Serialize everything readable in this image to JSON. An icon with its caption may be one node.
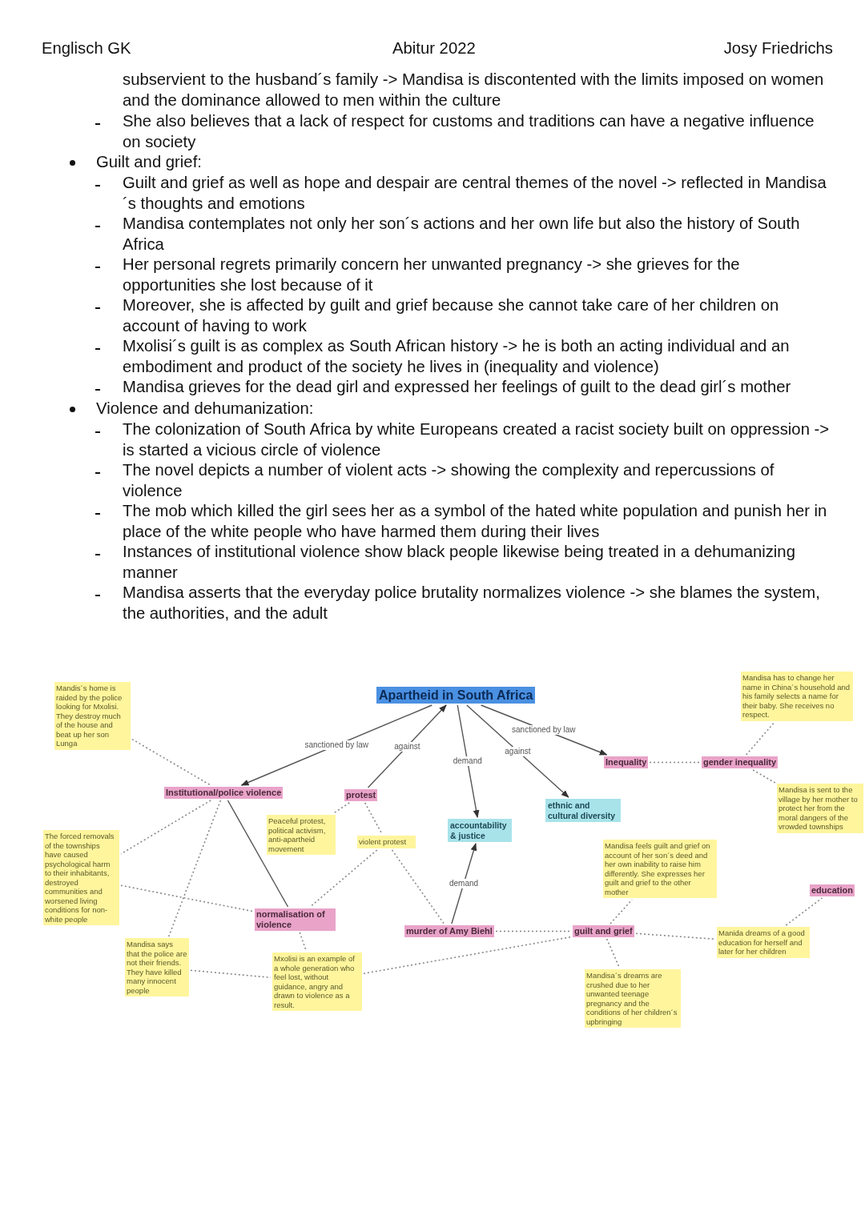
{
  "diagram": {
    "nodes": [
      {
        "text": [
          "Apartheid in South Africa"
        ]
      },
      {
        "text": [
          "Mandis´s home is raided by the police looking for Mxolisi. They destroy much of the house and beat up her son Lunga"
        ]
      },
      {
        "text": [
          "Institutional/police violence"
        ]
      },
      {
        "text": [
          "protest"
        ]
      },
      {
        "text": [
          "Peaceful protest, political activism, anti-apartheid movement"
        ]
      },
      {
        "text": [
          "violent protest"
        ]
      },
      {
        "text": [
          "accountability & justice"
        ]
      },
      {
        "text": [
          "ethnic and cultural diversity"
        ]
      },
      {
        "text": [
          "Inequality"
        ]
      },
      {
        "text": [
          "gender inequality"
        ]
      },
      {
        "text": [
          "Mandisa has to change her name in China´s household and his family selects a name for their baby. She receives no respect."
        ]
      },
      {
        "text": [
          "Mandisa is sent to the village by her mother to protect her from the moral dangers of the vrowded townships"
        ]
      },
      {
        "text": [
          "The forced removals of the townships have caused psychological harm to their inhabitants, destroyed communities and worsened living conditions for non-white people"
        ]
      },
      {
        "text": [
          "normalisation of violence"
        ]
      },
      {
        "text": [
          "Mandisa feels guilt and grief on account of her son´s deed and her own inability to raise him differently. She expresses her guilt and grief to the other mother"
        ]
      },
      {
        "text": [
          "education"
        ]
      },
      {
        "text": [
          "Mandisa says that the police are not their friends. They have killed many innocent people"
        ]
      },
      {
        "text": [
          "murder of Amy Biehl"
        ]
      },
      {
        "text": [
          "guilt and grief"
        ]
      },
      {
        "text": [
          "Manida dreams of a good education for herself and later for her children"
        ]
      },
      {
        "text": [
          "Mxolisi is an example of a whole generation who feel lost, without guidance, angry and drawn to violence as a result."
        ]
      },
      {
        "text": [
          "Mandisa´s dreams are crushed due to her unwanted teenage pregnancy and the conditions of her children´s upbringing"
        ]
      }
    ],
    "edges": [
      {
        "from": 0,
        "to": 2,
        "arrow": "to",
        "label": "sanctioned by law"
      },
      {
        "from": 3,
        "to": 0,
        "arrow": "to",
        "label": "against"
      },
      {
        "from": 0,
        "to": 6,
        "arrow": "to",
        "label": "demand"
      },
      {
        "from": 0,
        "to": 7,
        "arrow": "to",
        "label": "against"
      },
      {
        "from": 0,
        "to": 8,
        "arrow": "to",
        "label": "sanctioned by law"
      },
      {
        "from": 17,
        "to": 6,
        "arrow": "to",
        "label": "demand"
      },
      {
        "from": 2,
        "to": 13,
        "arrow": "none"
      },
      {
        "from": 1,
        "to": 2,
        "arrow": "none",
        "style": "dashed"
      },
      {
        "from": 2,
        "to": 12,
        "arrow": "none",
        "style": "dashed"
      },
      {
        "from": 2,
        "to": 16,
        "arrow": "none",
        "style": "dashed"
      },
      {
        "from": 3,
        "to": 4,
        "arrow": "none",
        "style": "dashed"
      },
      {
        "from": 3,
        "to": 5,
        "arrow": "none",
        "style": "dashed"
      },
      {
        "from": 5,
        "to": 13,
        "arrow": "none",
        "style": "dashed"
      },
      {
        "from": 5,
        "to": 17,
        "arrow": "none",
        "style": "dashed"
      },
      {
        "from": 12,
        "to": 13,
        "arrow": "none",
        "style": "dashed"
      },
      {
        "from": 13,
        "to": 20,
        "arrow": "none",
        "style": "dashed"
      },
      {
        "from": 16,
        "to": 20,
        "arrow": "none",
        "style": "dashed"
      },
      {
        "from": 20,
        "to": 18,
        "arrow": "none",
        "style": "dashed"
      },
      {
        "from": 17,
        "to": 18,
        "arrow": "none",
        "style": "dashed"
      },
      {
        "from": 18,
        "to": 14,
        "arrow": "none",
        "style": "dashed"
      },
      {
        "from": 18,
        "to": 21,
        "arrow": "none",
        "style": "dashed"
      },
      {
        "from": 18,
        "to": 19,
        "arrow": "none",
        "style": "dashed"
      },
      {
        "from": 19,
        "to": 15,
        "arrow": "none",
        "style": "dashed"
      },
      {
        "from": 8,
        "to": 9,
        "arrow": "none",
        "style": "dashed"
      },
      {
        "from": 9,
        "to": 10,
        "arrow": "none",
        "style": "dashed"
      },
      {
        "from": 9,
        "to": 11,
        "arrow": "none",
        "style": "dashed"
      }
    ],
    "labels": [
      "Englisch GK",
      "Abitur 2022",
      "Josy Friedrichs",
      "subservient to the husband´s family -> Mandisa is discontented with the limits imposed on women and the dominance allowed to men within the culture",
      "She also believes that a lack of respect for customs and traditions can have a negative influence on society",
      "Guilt and grief:",
      "Guilt and grief as well as hope and despair are central themes of the novel -> reflected in Mandisa´s thoughts and emotions",
      "Mandisa contemplates not only her son´s actions and her own life but also the history of South Africa",
      "Her personal regrets primarily concern her unwanted pregnancy -> she grieves for the opportunities she lost because of it",
      "Moreover, she is affected by guilt and grief because she cannot take care of her children on account of having to work",
      "Mxolisi´s guilt is as complex as South African history -> he is both an acting individual and an embodiment and product of the society he lives in (inequality and violence)",
      "Mandisa grieves for the dead girl and expressed her feelings of guilt to the dead girl´s mother",
      "Violence and dehumanization:",
      "The colonization of South Africa by white Europeans created a racist society built on oppression -> is started a vicious circle of violence",
      "The novel depicts a number of violent acts -> showing the complexity and repercussions of violence",
      "The mob which killed the girl sees her as a symbol of the hated white population and punish her in place of the white people who have harmed them during their lives",
      "Instances of institutional violence show black people likewise being treated in a dehumanizing manner",
      "Mandisa asserts that the everyday police brutality normalizes violence -> she blames the system, the authorities, and the adult"
    ]
  }
}
